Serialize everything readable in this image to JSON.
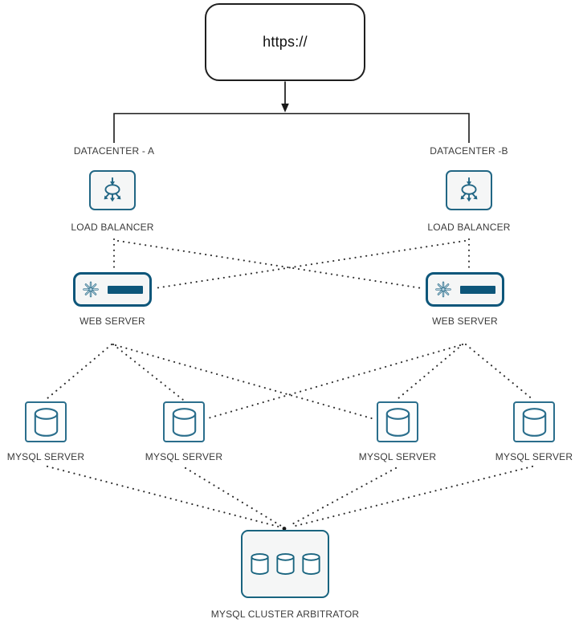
{
  "colors": {
    "accent_teal": "#216684",
    "dark_teal": "#0d567a",
    "icon_light_blue": "#b7d3e0",
    "connector_dotted": "#2f2f2f",
    "connector_solid": "#1a1a1a",
    "node_background": "#f5f6f6"
  },
  "root_node": {
    "label": "https://"
  },
  "datacenters": [
    {
      "label": "DATACENTER - A"
    },
    {
      "label": "DATACENTER -B"
    }
  ],
  "load_balancers": [
    {
      "label": "LOAD BALANCER"
    },
    {
      "label": "LOAD BALANCER"
    }
  ],
  "web_servers": [
    {
      "label": "WEB SERVER"
    },
    {
      "label": "WEB SERVER"
    }
  ],
  "mysql_servers": [
    {
      "label": "MYSQL SERVER"
    },
    {
      "label": "MYSQL SERVER"
    },
    {
      "label": "MYSQL SERVER"
    },
    {
      "label": "MYSQL SERVER"
    }
  ],
  "arbitrator": {
    "label": "MYSQL CLUSTER ARBITRATOR"
  }
}
